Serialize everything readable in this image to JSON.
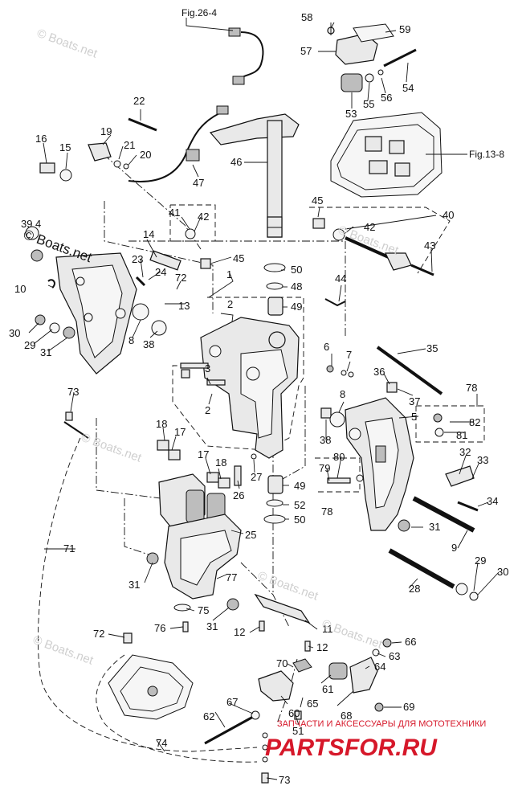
{
  "figure_refs": [
    "Fig.26-4",
    "Fig.13-8"
  ],
  "watermarks": {
    "small": "© Boats.net",
    "large": "© Boats.net"
  },
  "logo": {
    "tagline": "ЗАПЧАСТИ И АКСЕССУАРЫ ДЛЯ МОТОТЕХНИКИ",
    "brand": "PARTSFOR.RU"
  },
  "callouts": {
    "c1": "1",
    "c2a": "2",
    "c2b": "2",
    "c3": "3",
    "c4": "4",
    "c5": "5",
    "c6": "6",
    "c7": "7",
    "c8a": "8",
    "c8b": "8",
    "c9": "9",
    "c10": "10",
    "c11": "11",
    "c12a": "12",
    "c12b": "12",
    "c13": "13",
    "c14": "14",
    "c15": "15",
    "c16": "16",
    "c17a": "17",
    "c17b": "17",
    "c18a": "18",
    "c18b": "18",
    "c19": "19",
    "c20": "20",
    "c21": "21",
    "c22": "22",
    "c23": "23",
    "c24": "24",
    "c25": "25",
    "c26": "26",
    "c27": "27",
    "c28": "28",
    "c29a": "29",
    "c29b": "29",
    "c30a": "30",
    "c30b": "30",
    "c31a": "31",
    "c31b": "31",
    "c31c": "31",
    "c31d": "31",
    "c32": "32",
    "c33": "33",
    "c34": "34",
    "c35": "35",
    "c36": "36",
    "c37": "37",
    "c38a": "38",
    "c38b": "38",
    "c39": "39",
    "c40": "40",
    "c41": "41",
    "c42a": "42",
    "c42b": "42",
    "c43": "43",
    "c44": "44",
    "c45a": "45",
    "c45b": "45",
    "c46": "46",
    "c47": "47",
    "c48": "48",
    "c49a": "49",
    "c49b": "49",
    "c50a": "50",
    "c50b": "50",
    "c51": "51",
    "c52": "52",
    "c53": "53",
    "c54": "54",
    "c55": "55",
    "c56": "56",
    "c57": "57",
    "c58": "58",
    "c59": "59",
    "c60": "60",
    "c61": "61",
    "c62": "62",
    "c63": "63",
    "c64": "64",
    "c65": "65",
    "c66": "66",
    "c67": "67",
    "c68": "68",
    "c69": "69",
    "c70": "70",
    "c71": "71",
    "c72a": "72",
    "c72b": "72",
    "c73a": "73",
    "c73b": "73",
    "c74": "74",
    "c75": "75",
    "c76": "76",
    "c77": "77",
    "c78a": "78",
    "c78b": "78",
    "c79": "79",
    "c80": "80",
    "c81": "81",
    "c82": "82"
  }
}
